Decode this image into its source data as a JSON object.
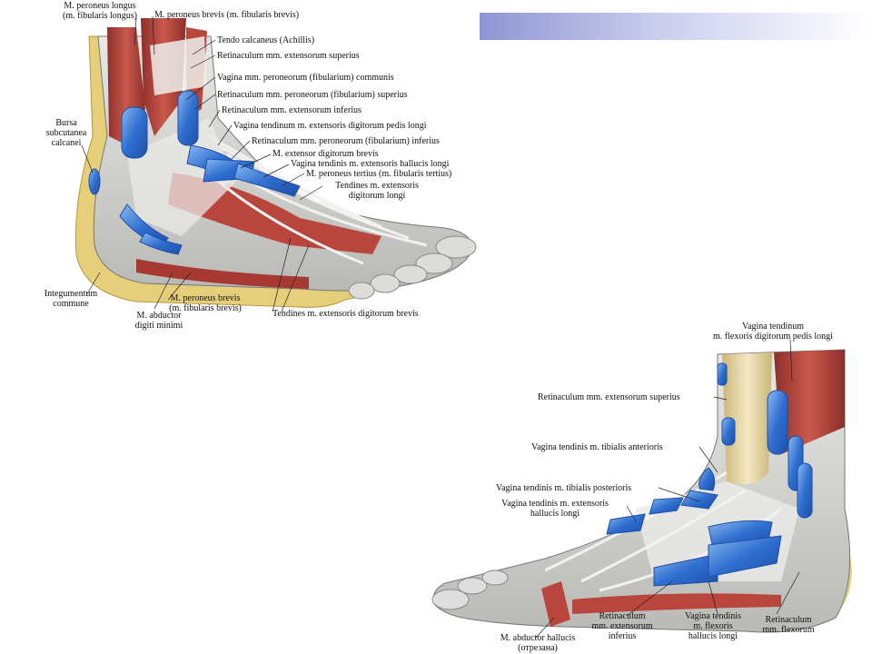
{
  "slide": {
    "banner_color_start": "#8f95d2",
    "banner_color_end": "#ffffff"
  },
  "lateral_view": {
    "labels": {
      "peroneus_longus": "M. peroneus longus",
      "fibularis_longus": "(m. fibularis longus)",
      "peroneus_brevis_top": "M. peroneus brevis (m. fibularis brevis)",
      "tendo_calcaneus": "Tendo calcaneus (Achillis)",
      "retinaculum_ext_sup": "Retinaculum mm. extensorum superius",
      "vagina_peroneorum": "Vagina mm. peroneorum (fibularium) communis",
      "retinaculum_peron_sup": "Retinaculum mm. peroneorum (fibularium) superius",
      "retinaculum_ext_inf": "Retinaculum mm. extensorum inferius",
      "vagina_ext_dig_longi": "Vagina tendinum m. extensoris digitorum pedis longi",
      "retinaculum_peron_inf": "Retinaculum mm. peroneorum (fibularium) inferius",
      "ext_dig_brevis": "M. extensor digitorum brevis",
      "vagina_ext_hallucis": "Vagina tendinis m. extensoris hallucis longi",
      "peroneus_tertius": "M. peroneus tertius (m. fibularis tertius)",
      "tendines_ext_1": "Tendines m. extensoris",
      "tendines_ext_2": "digitorum longi",
      "bursa_1": "Bursa",
      "bursa_2": "subcutanea",
      "bursa_3": "calcanei",
      "integumentum_1": "Integumentum",
      "integumentum_2": "commune",
      "abductor_1": "M. abductor",
      "abductor_2": "digiti minimi",
      "peroneus_brevis_1": "M. peroneus brevis",
      "peroneus_brevis_2": "(m. fibularis brevis)",
      "tendines_ext_brevis": "Tendines m. extensoris digitorum brevis"
    }
  },
  "medial_view": {
    "labels": {
      "vagina_flexoris_1": "Vagina  tendinum",
      "vagina_flexoris_2": "m. flexoris digitorum pedis longi",
      "retinaculum_ext_sup": "Retinaculum mm. extensorum superius",
      "vagina_tib_ant": "Vagina tendinis m. tibialis anterioris",
      "vagina_tib_post": "Vagina tendinis m. tibialis posterioris",
      "vagina_ext_hall_1": "Vagina tendinis  m. extensoris",
      "vagina_ext_hall_2": "hallucis longi",
      "retinaculum_ext_inf_1": "Retinaculum",
      "retinaculum_ext_inf_2": "mm. extensorum",
      "retinaculum_ext_inf_3": "inferius",
      "vagina_flex_hall_1": "Vagina tendinis",
      "vagina_flex_hall_2": "m. flexoris",
      "vagina_flex_hall_3": "hallucis longi",
      "retinaculum_flex_1": "Retinaculum",
      "retinaculum_flex_2": "mm. flexorum",
      "abductor_hallucis_1": "M. abductor hallucis",
      "abductor_hallucis_2": "(отрезана)"
    }
  },
  "colors": {
    "muscle": "#b8463c",
    "muscle_dark": "#8e2f2a",
    "tendon_sheath": "#2f6fd0",
    "sheath_light": "#7fb0ee",
    "bone": "#e9d9a8",
    "skin": "#d9d9d6",
    "fat": "#e6cf7a",
    "ligament": "#efefef"
  }
}
